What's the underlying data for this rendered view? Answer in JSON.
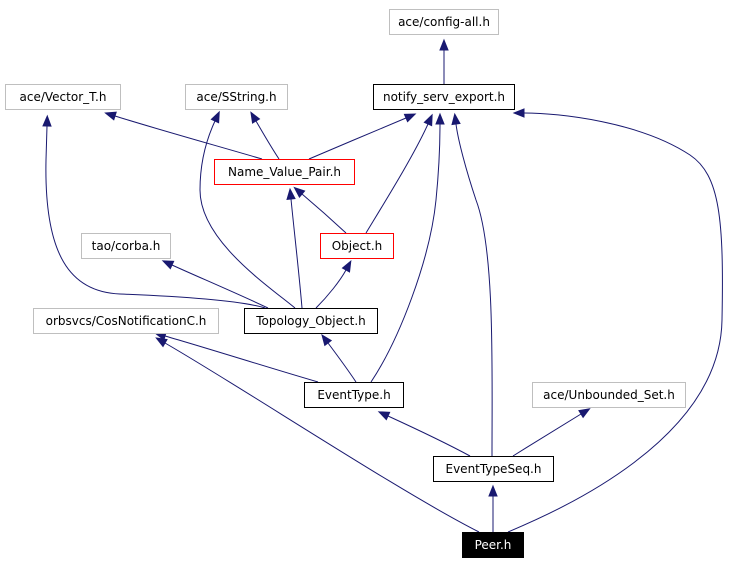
{
  "diagram": {
    "nodes": [
      {
        "id": "config_all",
        "label": "ace/config-all.h",
        "style": "external"
      },
      {
        "id": "vector_t",
        "label": "ace/Vector_T.h",
        "style": "external"
      },
      {
        "id": "sstring",
        "label": "ace/SString.h",
        "style": "external"
      },
      {
        "id": "notify_serv_export",
        "label": "notify_serv_export.h",
        "style": "local"
      },
      {
        "id": "name_value_pair",
        "label": "Name_Value_Pair.h",
        "style": "linked"
      },
      {
        "id": "tao_corba",
        "label": "tao/corba.h",
        "style": "external"
      },
      {
        "id": "object",
        "label": "Object.h",
        "style": "linked"
      },
      {
        "id": "cos_notification",
        "label": "orbsvcs/CosNotificationC.h",
        "style": "external"
      },
      {
        "id": "topology_object",
        "label": "Topology_Object.h",
        "style": "local"
      },
      {
        "id": "event_type",
        "label": "EventType.h",
        "style": "local"
      },
      {
        "id": "unbounded_set",
        "label": "ace/Unbounded_Set.h",
        "style": "external"
      },
      {
        "id": "event_type_seq",
        "label": "EventTypeSeq.h",
        "style": "local"
      },
      {
        "id": "peer",
        "label": "Peer.h",
        "style": "root"
      }
    ],
    "edges": [
      {
        "from": "notify_serv_export",
        "to": "config_all"
      },
      {
        "from": "name_value_pair",
        "to": "vector_t"
      },
      {
        "from": "name_value_pair",
        "to": "sstring"
      },
      {
        "from": "name_value_pair",
        "to": "notify_serv_export"
      },
      {
        "from": "object",
        "to": "name_value_pair"
      },
      {
        "from": "object",
        "to": "notify_serv_export"
      },
      {
        "from": "topology_object",
        "to": "vector_t"
      },
      {
        "from": "topology_object",
        "to": "sstring"
      },
      {
        "from": "topology_object",
        "to": "tao_corba"
      },
      {
        "from": "topology_object",
        "to": "name_value_pair"
      },
      {
        "from": "topology_object",
        "to": "object"
      },
      {
        "from": "event_type",
        "to": "cos_notification"
      },
      {
        "from": "event_type",
        "to": "topology_object"
      },
      {
        "from": "event_type",
        "to": "notify_serv_export"
      },
      {
        "from": "event_type_seq",
        "to": "event_type"
      },
      {
        "from": "event_type_seq",
        "to": "unbounded_set"
      },
      {
        "from": "event_type_seq",
        "to": "notify_serv_export"
      },
      {
        "from": "peer",
        "to": "event_type_seq"
      },
      {
        "from": "peer",
        "to": "cos_notification"
      },
      {
        "from": "peer",
        "to": "notify_serv_export"
      }
    ],
    "colors": {
      "edge": "#191970",
      "arrowhead": "#191970",
      "external_border": "#bfbfbf",
      "local_border": "#000000",
      "linked_border": "#ff0000",
      "root_fill": "#000000",
      "root_text": "#ffffff"
    }
  }
}
